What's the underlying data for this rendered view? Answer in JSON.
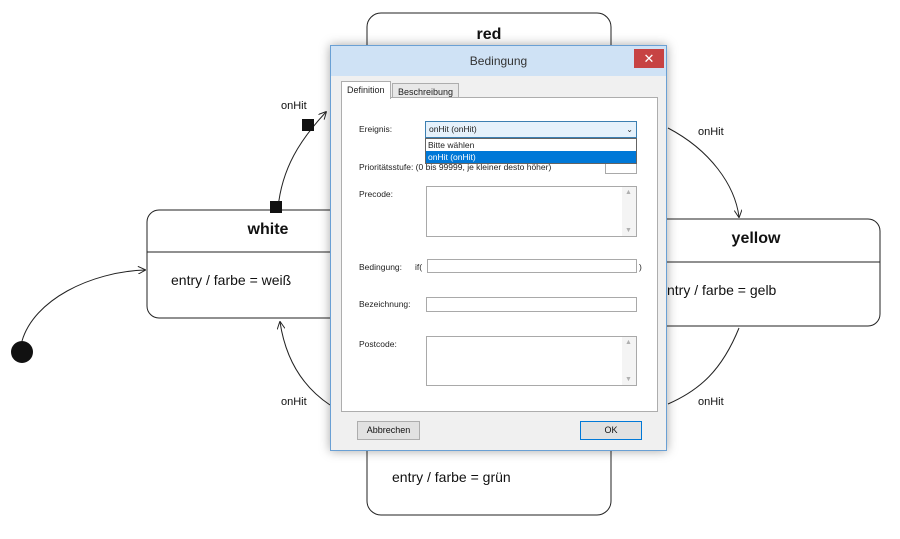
{
  "diagram": {
    "states": {
      "red": {
        "name": "red"
      },
      "white": {
        "name": "white",
        "entry": "entry / farbe = weiß"
      },
      "yellow": {
        "name": "yellow",
        "entry": "ntry / farbe = gelb"
      },
      "green": {
        "entry": "entry / farbe = grün"
      }
    },
    "transition_label": "onHit"
  },
  "dialog": {
    "title": "Bedingung",
    "close_symbol": "✕",
    "tabs": [
      "Definition",
      "Beschreibung"
    ],
    "labels": {
      "event": "Ereignis:",
      "priority": "Prioritätsstufe: (0 bis 99999, je kleiner desto höher)",
      "precode": "Precode:",
      "condition": "Bedingung:",
      "if_prefix": "if(",
      "if_suffix": ")",
      "name": "Bezeichnung:",
      "postcode": "Postcode:"
    },
    "event_select": {
      "value": "onHit (onHit)",
      "options": [
        "Bitte wählen",
        "onHit (onHit)"
      ],
      "selected_index": 1
    },
    "buttons": {
      "cancel": "Abbrechen",
      "ok": "OK"
    }
  },
  "colors": {
    "accent": "#0078d7",
    "close_button": "#c74343",
    "titlebar": "#cfe2f5"
  }
}
